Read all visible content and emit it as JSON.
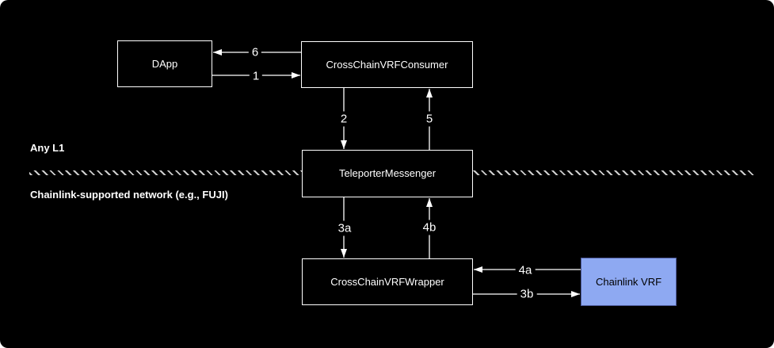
{
  "diagram": {
    "regions": {
      "top": "Any L1",
      "bottom": "Chainlink-supported network (e.g., FUJI)"
    },
    "nodes": {
      "dapp": {
        "label": "DApp"
      },
      "consumer": {
        "label": "CrossChainVRFConsumer"
      },
      "teleporter": {
        "label": "TeleporterMessenger"
      },
      "wrapper": {
        "label": "CrossChainVRFWrapper"
      },
      "chainlink_vrf": {
        "label": "Chainlink VRF"
      }
    },
    "edges": {
      "e1": {
        "label": "1",
        "from": "DApp",
        "to": "CrossChainVRFConsumer"
      },
      "e2": {
        "label": "2",
        "from": "CrossChainVRFConsumer",
        "to": "TeleporterMessenger"
      },
      "e3a": {
        "label": "3a",
        "from": "TeleporterMessenger",
        "to": "CrossChainVRFWrapper"
      },
      "e3b": {
        "label": "3b",
        "from": "CrossChainVRFWrapper",
        "to": "Chainlink VRF"
      },
      "e4a": {
        "label": "4a",
        "from": "Chainlink VRF",
        "to": "CrossChainVRFWrapper"
      },
      "e4b": {
        "label": "4b",
        "from": "CrossChainVRFWrapper",
        "to": "TeleporterMessenger"
      },
      "e5": {
        "label": "5",
        "from": "TeleporterMessenger",
        "to": "CrossChainVRFConsumer"
      },
      "e6": {
        "label": "6",
        "from": "CrossChainVRFConsumer",
        "to": "DApp"
      }
    },
    "colors": {
      "background": "#000000",
      "node_border": "#ffffff",
      "node_text": "#ffffff",
      "arrow": "#ffffff",
      "chainlink_fill": "#8ea9f2",
      "chainlink_border": "#4d5a99",
      "chainlink_text": "#000000",
      "boundary_line": "#cfcfcf"
    }
  }
}
